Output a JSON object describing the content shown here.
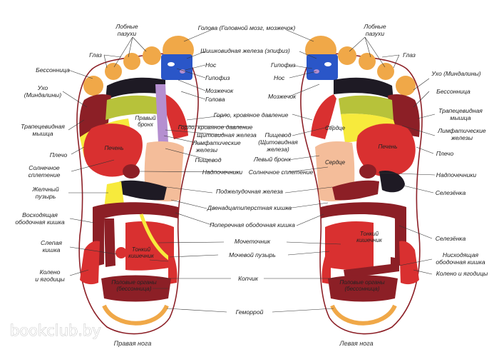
{
  "feet": {
    "right": {
      "caption": "Правая нога"
    },
    "left": {
      "caption": "Левая нога"
    }
  },
  "labels": {
    "golova_full": "Голова (Головной мозг, мозжечок)",
    "lobnye_pazuhi": "Лобные пазухи",
    "shishkovidnaya": "Шишковидная железа (эпифиз)",
    "glaz": "Глаз",
    "nos": "Нос",
    "gipofiz": "Гипофиз",
    "bessonnitsa": "Бессонница",
    "mozzhechok": "Мозжечок",
    "golova": "Голова",
    "uho": "Ухо (Миндалины)",
    "gorlo_davlenie": "Горло, кровяное давление",
    "trapetsievidnaya": "Трапецевидная мышца",
    "pravyi_bronh": "Правый бронх",
    "limfaticheskie": "Лимфатические железы",
    "shchitovidnaya": "Щитовидная железа",
    "pishchevod": "Пищевод",
    "pishchevod_shch": "Пищевод (Щитовидная железа)",
    "plecho": "Плечо",
    "pechen": "Печень",
    "serdtse": "Сердце",
    "solnechnoe": "Солнечное сплетение",
    "levyi_bronh": "Левый бронх",
    "nadpochechniki": "Надпочечники",
    "zhelchnyi": "Желчный пузырь",
    "podzheludochnaya": "Поджелудочная железа",
    "selezenka": "Селезёнка",
    "dvenadtsati": "Двенадцатиперстная кишка",
    "voshodyashchaya": "Восходящая ободочная кишка",
    "poperechnaya": "Поперечная ободочная кишка",
    "tonkii": "Тонкий кишечник",
    "mochetochnik": "Мочеточник",
    "slepaya": "Слепая кишка",
    "mochevoi": "Мочевой пузырь",
    "nishodyashchaya": "Нисходящая ободочная кишка",
    "koleno": "Колено и ягодицы",
    "kopchik": "Копчик",
    "polovye": "Половые органы (бессонница)",
    "gemorroi": "Геморрой"
  },
  "watermark": "bookclub.by",
  "colors": {
    "toe": "#f0a848",
    "red": "#d93030",
    "maroon": "#8c1f26",
    "dark": "#1e1a24",
    "yellow": "#f7ea3c",
    "olive": "#b7c23a",
    "blue": "#2a56c8",
    "peach": "#f4bd9a",
    "purple": "#b58fd0",
    "outline": "#8c1f26"
  }
}
